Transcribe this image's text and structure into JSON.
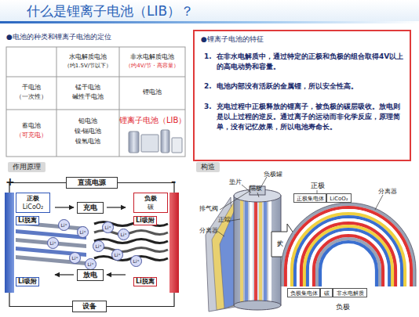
{
  "diagram": {
    "title": "什么是锂离子电池（LIB）？",
    "nodes": [
      {
        "text": [
          "●锂离子电池的特征",
          "1.",
          "在非水电解质中，通过特定的正极和负极的组合取得4V以上的高电动势和容量。",
          "2.",
          "电池内部没有活跃的金属锂，所以安全性高。",
          "3.",
          "充电过程中正极释放的锂离子，被负极的碳层吸收。放电则是以上过程的逆反。通过离子的运动而非化学反应，原理简单，没有记忆效果，所以电池寿命长。"
        ]
      },
      {
        "text": [
          "直流电源"
        ]
      },
      {
        "text": [
          "正极",
          "LiCoO₂",
          "Li脱离",
          "Li吸附"
        ]
      },
      {
        "text": [
          "负极",
          "碳",
          "Li吸附",
          "Li脱离"
        ]
      },
      {
        "text": [
          "充电"
        ]
      },
      {
        "text": [
          "放电"
        ]
      },
      {
        "text": [
          "设备"
        ]
      },
      {
        "text": [
          "正极集电体"
        ]
      },
      {
        "text": [
          "LiCoO₂"
        ]
      },
      {
        "text": [
          "负极集电体"
        ]
      },
      {
        "text": [
          "碳"
        ]
      },
      {
        "text": [
          "非水电解质"
        ]
      }
    ],
    "edges": [
      {
        "from": 1,
        "to": 2,
        "arrow": "none"
      },
      {
        "from": 1,
        "to": 3,
        "arrow": "none"
      },
      {
        "from": 6,
        "to": 2,
        "arrow": "none"
      },
      {
        "from": 6,
        "to": 3,
        "arrow": "none"
      }
    ],
    "labels": [
      "●电池的种类和锂离子电池的定位",
      "水电解质电池",
      "（约1.5V/节以下）",
      "非水电解质电池",
      "（约4V/节・高容量）",
      "干电池",
      "（一次性）",
      "锰干电池",
      "碱性干电池",
      "锂电池",
      "蓄电池",
      "（可充电）",
      "铅电池",
      "镍-镉电池",
      "镍氢电池",
      "锂离子电池（LIB）",
      "作用原理",
      "+",
      "-",
      "Li⁺",
      "Li⁺",
      "Li⁺",
      "Li⁺",
      "Li⁺",
      "Li⁺",
      "Li⁺",
      "Li⁺",
      "Li⁺",
      "Li⁺",
      "构造",
      "负极罐",
      "垫片",
      "隔板",
      "排气阀",
      "正端",
      "分离器",
      "扩大",
      "正极",
      "分离器",
      "负极"
    ]
  }
}
